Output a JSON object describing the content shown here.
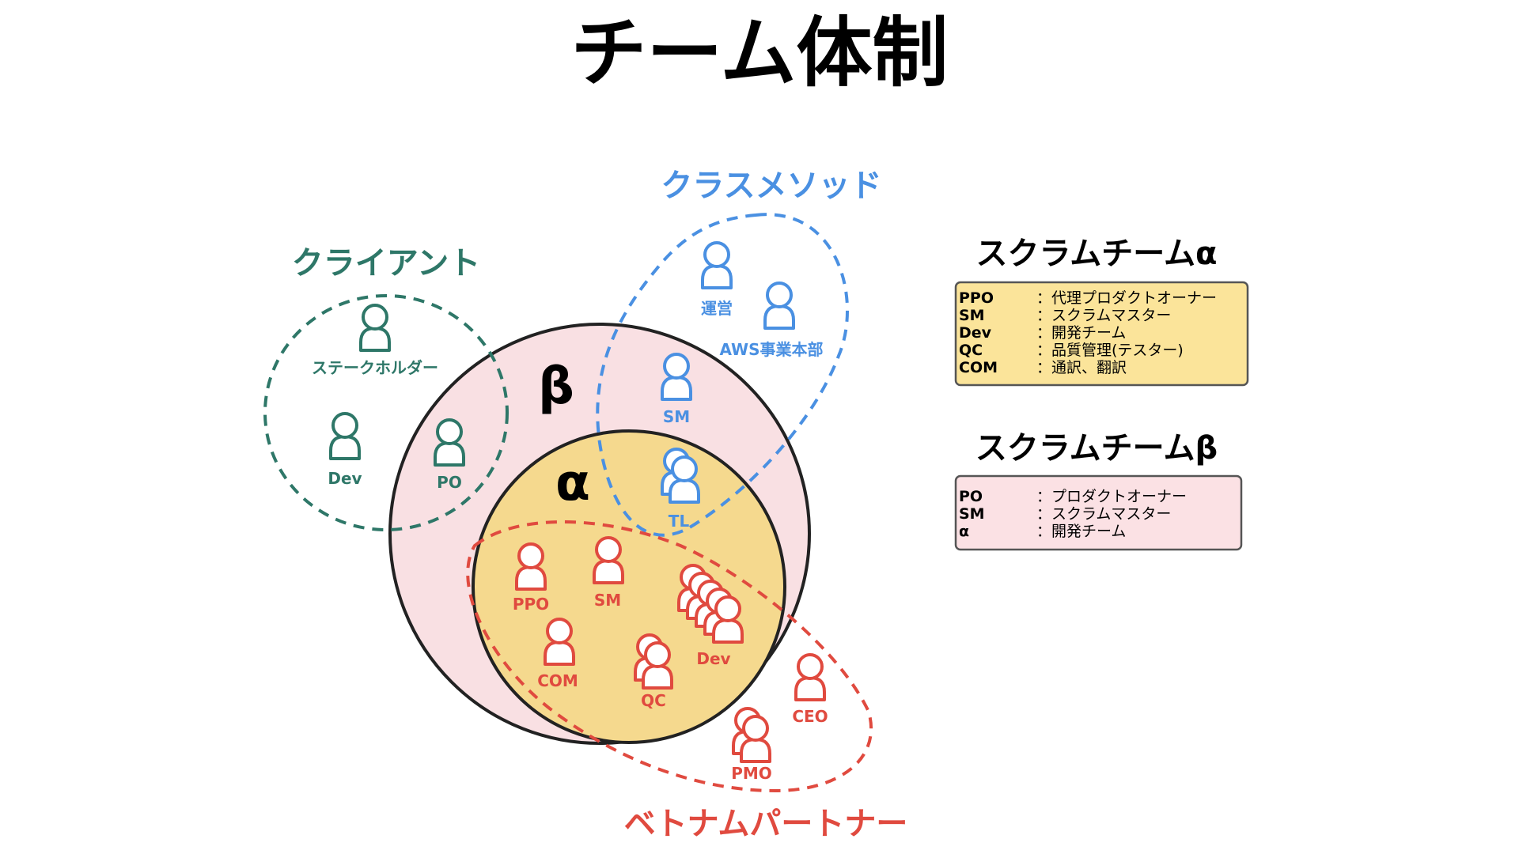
{
  "title": "チーム体制",
  "colors": {
    "client": "#2e7768",
    "classmethod": "#4a90e2",
    "vietnam": "#e04a3f",
    "beta_fill": "#f9e0e3",
    "alpha_fill": "#f5d98e",
    "legend_alpha_fill": "#fbe49a",
    "legend_beta_fill": "#fbe1e4"
  },
  "groups": {
    "client": "クライアント",
    "classmethod": "クラスメソッド",
    "vietnam": "ベトナムパートナー"
  },
  "teams": {
    "beta": "β",
    "alpha": "α"
  },
  "people": {
    "stakeholder": "ステークホルダー",
    "client_dev": "Dev",
    "client_po": "PO",
    "unei": "運営",
    "aws": "AWS事業本部",
    "cm_sm": "SM",
    "tl": "TL",
    "ppo": "PPO",
    "vn_sm": "SM",
    "com": "COM",
    "qc": "QC",
    "vn_dev": "Dev",
    "ceo": "CEO",
    "pmo": "PMO"
  },
  "icons": [
    "person-icon",
    "person-group-icon"
  ],
  "legend_alpha": {
    "title": "スクラムチームα",
    "rows": [
      {
        "abbr": "PPO",
        "desc": "：代理プロダクトオーナー"
      },
      {
        "abbr": "SM",
        "desc": "：スクラムマスター"
      },
      {
        "abbr": "Dev",
        "desc": "：開発チーム"
      },
      {
        "abbr": "QC",
        "desc": "：品質管理(テスター)"
      },
      {
        "abbr": "COM",
        "desc": "：通訳、翻訳"
      }
    ]
  },
  "legend_beta": {
    "title": "スクラムチームβ",
    "rows": [
      {
        "abbr": "PO",
        "desc": "：プロダクトオーナー"
      },
      {
        "abbr": "SM",
        "desc": "：スクラムマスター"
      },
      {
        "abbr": "α",
        "desc": "：開発チーム"
      }
    ]
  }
}
